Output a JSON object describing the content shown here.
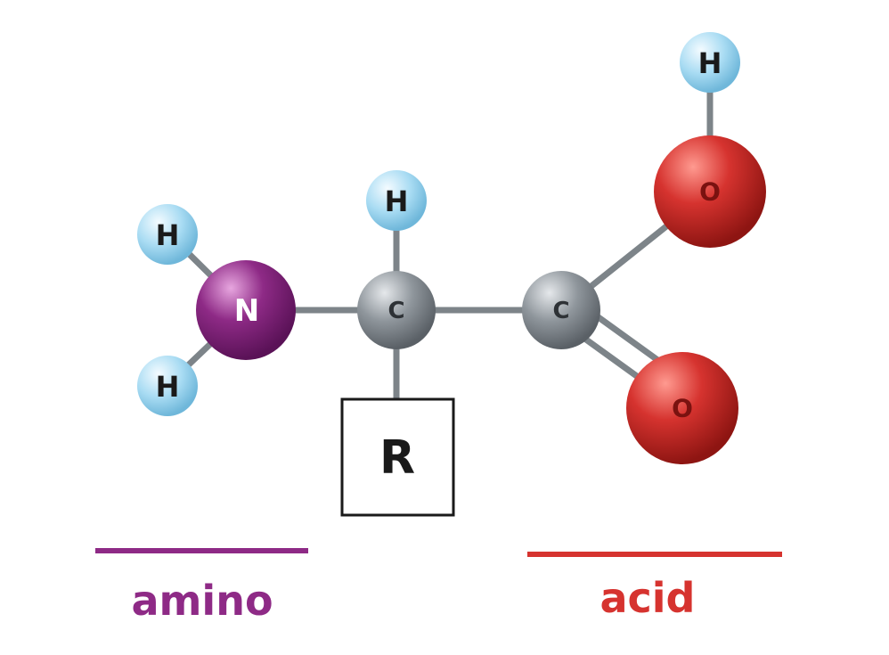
{
  "atoms": {
    "h_top_right": "H",
    "o_top": "O",
    "h_top": "H",
    "h_upper_left": "H",
    "n": "N",
    "c_alpha": "C",
    "c_carboxyl": "C",
    "h_lower_left": "H",
    "o_bottom": "O",
    "r_group": "R"
  },
  "labels": {
    "amino": "amino",
    "acid": "acid"
  },
  "colors": {
    "hydrogen": "#a9dcf3",
    "nitrogen": "#8e2a86",
    "carbon": "#8f969c",
    "oxygen": "#d6332f",
    "bond": "#7d8489",
    "amino": "#8e2a86",
    "acid": "#d6332f"
  }
}
